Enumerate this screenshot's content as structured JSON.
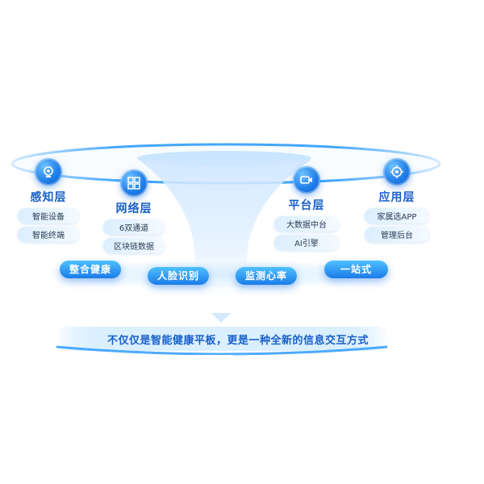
{
  "layers": [
    {
      "title": "感知层",
      "icon": "sensor-icon",
      "items": [
        "智能设备",
        "智能终端"
      ]
    },
    {
      "title": "网络层",
      "icon": "network-grid-icon",
      "items": [
        "6双通道",
        "区块链数据"
      ]
    },
    {
      "title": "平台层",
      "icon": "camera-icon",
      "items": [
        "大数据中台",
        "AI引擎"
      ]
    },
    {
      "title": "应用层",
      "icon": "app-gear-icon",
      "items": [
        "家属选APP",
        "管理后台"
      ]
    }
  ],
  "features": [
    "整合健康",
    "人脸识别",
    "监测心率",
    "一站式"
  ],
  "caption": "不仅仅是智能健康平板，更是一种全新的信息交互方式",
  "colors": {
    "primary": "#1b7be8",
    "title_text": "#1a5fc8",
    "caption_text": "#1960c8"
  }
}
